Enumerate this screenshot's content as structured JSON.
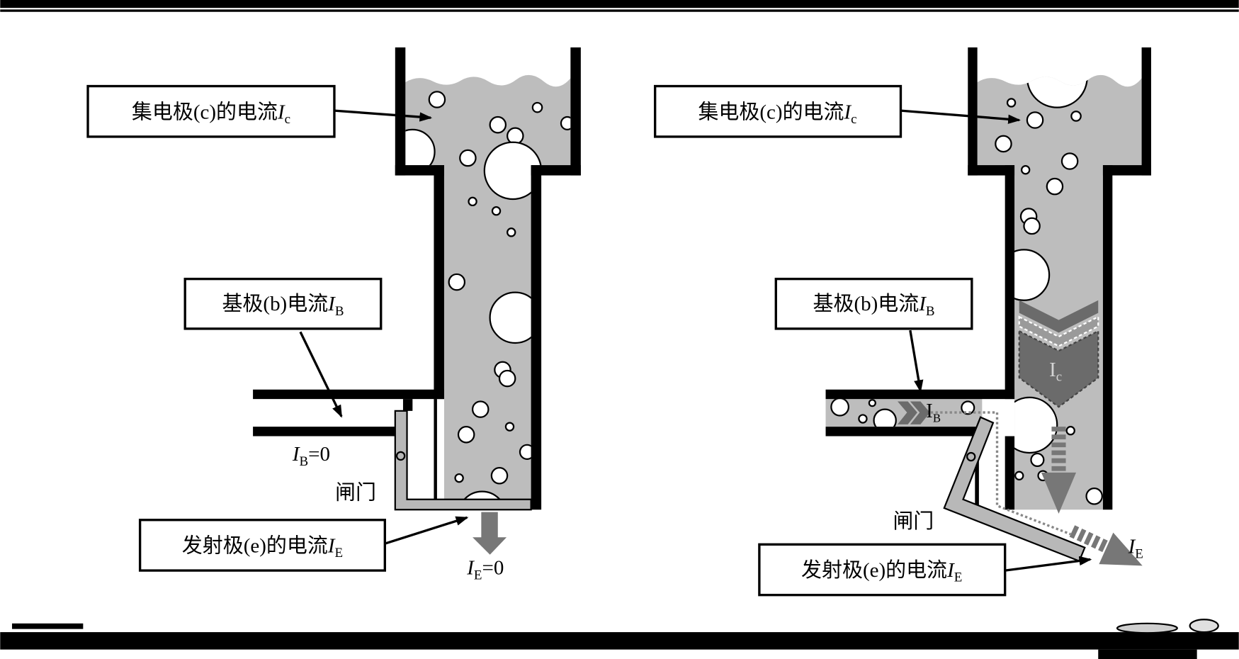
{
  "left_panel": {
    "collector_label": {
      "text": "集电极(c)的电流",
      "symbol": "I",
      "sub": "c"
    },
    "base_label": {
      "text": "基极(b)电流",
      "symbol": "I",
      "sub": "B"
    },
    "emitter_label": {
      "text": "发射极(e)的电流",
      "symbol": "I",
      "sub": "E"
    },
    "base_current_value": {
      "symbol": "I",
      "sub": "B",
      "value": "=0"
    },
    "gate_label": "闸门",
    "emitter_current_value": {
      "symbol": "I",
      "sub": "E",
      "value": "=0"
    }
  },
  "right_panel": {
    "collector_label": {
      "text": "集电极(c)的电流",
      "symbol": "I",
      "sub": "c"
    },
    "base_label": {
      "text": "基极(b)电流",
      "symbol": "I",
      "sub": "B"
    },
    "emitter_label": {
      "text": "发射极(e)的电流",
      "symbol": "I",
      "sub": "E"
    },
    "gate_label": "闸门",
    "collector_flow_label": {
      "symbol": "I",
      "sub": "c"
    },
    "base_flow_label": {
      "symbol": "I",
      "sub": "B"
    },
    "emitter_flow_label": {
      "symbol": "I",
      "sub": "E"
    }
  },
  "colors": {
    "water": "#bdbdbd",
    "gate": "#b8b8b8",
    "flow_arrow": "#777777",
    "chevron": "#6b6b6b",
    "chevron_light": "#9a9a9a",
    "frame": "#000000"
  }
}
